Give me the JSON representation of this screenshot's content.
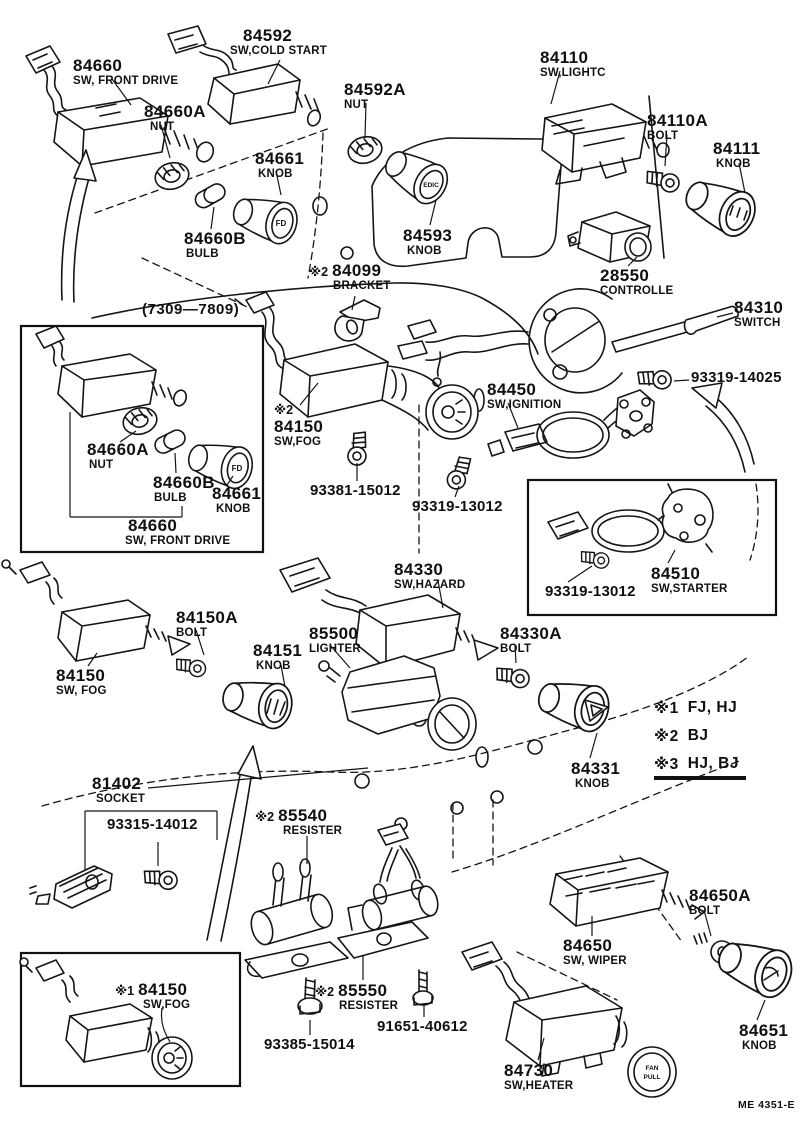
{
  "labels": {
    "c84592": {
      "num": "84592",
      "desc": "SW,COLD START"
    },
    "c84660": {
      "num": "84660",
      "desc": "SW, FRONT DRIVE"
    },
    "c84660a": {
      "num": "84660A",
      "desc": "NUT"
    },
    "c84592a": {
      "num": "84592A",
      "desc": "NUT"
    },
    "c84661": {
      "num": "84661",
      "desc": "KNOB"
    },
    "c84110": {
      "num": "84110",
      "desc": "SW,LIGHTC"
    },
    "c84110a": {
      "num": "84110A",
      "desc": "BOLT"
    },
    "c84111": {
      "num": "84111",
      "desc": "KNOB"
    },
    "c84660b": {
      "num": "84660B",
      "desc": "BULB"
    },
    "c84593": {
      "num": "84593",
      "desc": "KNOB"
    },
    "c84099": {
      "mark": "※2",
      "num": "84099",
      "desc": "BRACKET"
    },
    "c28550": {
      "num": "28550",
      "desc": "CONTROLLE"
    },
    "c84310": {
      "num": "84310",
      "desc": "SWITCH"
    },
    "b93319_14025": {
      "num": "93319-14025"
    },
    "bx84660a": {
      "num": "84660A",
      "desc": "NUT"
    },
    "bx84660b": {
      "num": "84660B",
      "desc": "BULB"
    },
    "bx84661": {
      "num": "84661",
      "desc": "KNOB"
    },
    "bx84660": {
      "num": "84660",
      "desc": "SW, FRONT DRIVE"
    },
    "c84150c": {
      "mark": "※2",
      "num": "84150",
      "desc": "SW,FOG"
    },
    "b93381_15012": {
      "num": "93381-15012"
    },
    "b93319_13012": {
      "num": "93319-13012"
    },
    "c84450": {
      "num": "84450",
      "desc": "SW,IGNITION"
    },
    "bx93319_13012": {
      "num": "93319-13012"
    },
    "c84510": {
      "num": "84510",
      "desc": "SW,STARTER"
    },
    "c84330": {
      "num": "84330",
      "desc": "SW,HAZARD"
    },
    "c84150a": {
      "num": "84150A",
      "desc": "BOLT"
    },
    "c84151": {
      "num": "84151",
      "desc": "KNOB"
    },
    "c85500": {
      "num": "85500",
      "desc": "LIGHTER"
    },
    "c84330a": {
      "num": "84330A",
      "desc": "BOLT"
    },
    "c84150l": {
      "num": "84150",
      "desc": "SW, FOG"
    },
    "c84331": {
      "num": "84331",
      "desc": "KNOB"
    },
    "c81402": {
      "num": "81402",
      "desc": "SOCKET"
    },
    "b93315_14012": {
      "num": "93315-14012"
    },
    "c85540": {
      "mark": "※2",
      "num": "85540",
      "desc": "RESISTER"
    },
    "c85550": {
      "mark": "※2",
      "num": "85550",
      "desc": "RESISTER"
    },
    "b93385_15014": {
      "num": "93385-15014"
    },
    "b91651_40612": {
      "num": "91651-40612"
    },
    "c84150box": {
      "mark": "※1",
      "num": "84150",
      "desc": "SW,FOG"
    },
    "c84650": {
      "num": "84650",
      "desc": "SW, WIPER"
    },
    "c84650a": {
      "num": "84650A",
      "desc": "BOLT"
    },
    "c84651": {
      "num": "84651",
      "desc": "KNOB"
    },
    "c84730": {
      "num": "84730",
      "desc": "SW,HEATER"
    }
  },
  "box1_caption": "(7309—7809)",
  "legend": [
    {
      "mark": "※1",
      "models": "FJ, HJ"
    },
    {
      "mark": "※2",
      "models": "BJ"
    },
    {
      "mark": "※3",
      "models": "HJ, BJ"
    }
  ],
  "knob_marks": {
    "fd": "FD",
    "edic": "EDIC",
    "fan": "FAN",
    "pull": "PULL"
  },
  "footer_code": "ME 4351-E"
}
